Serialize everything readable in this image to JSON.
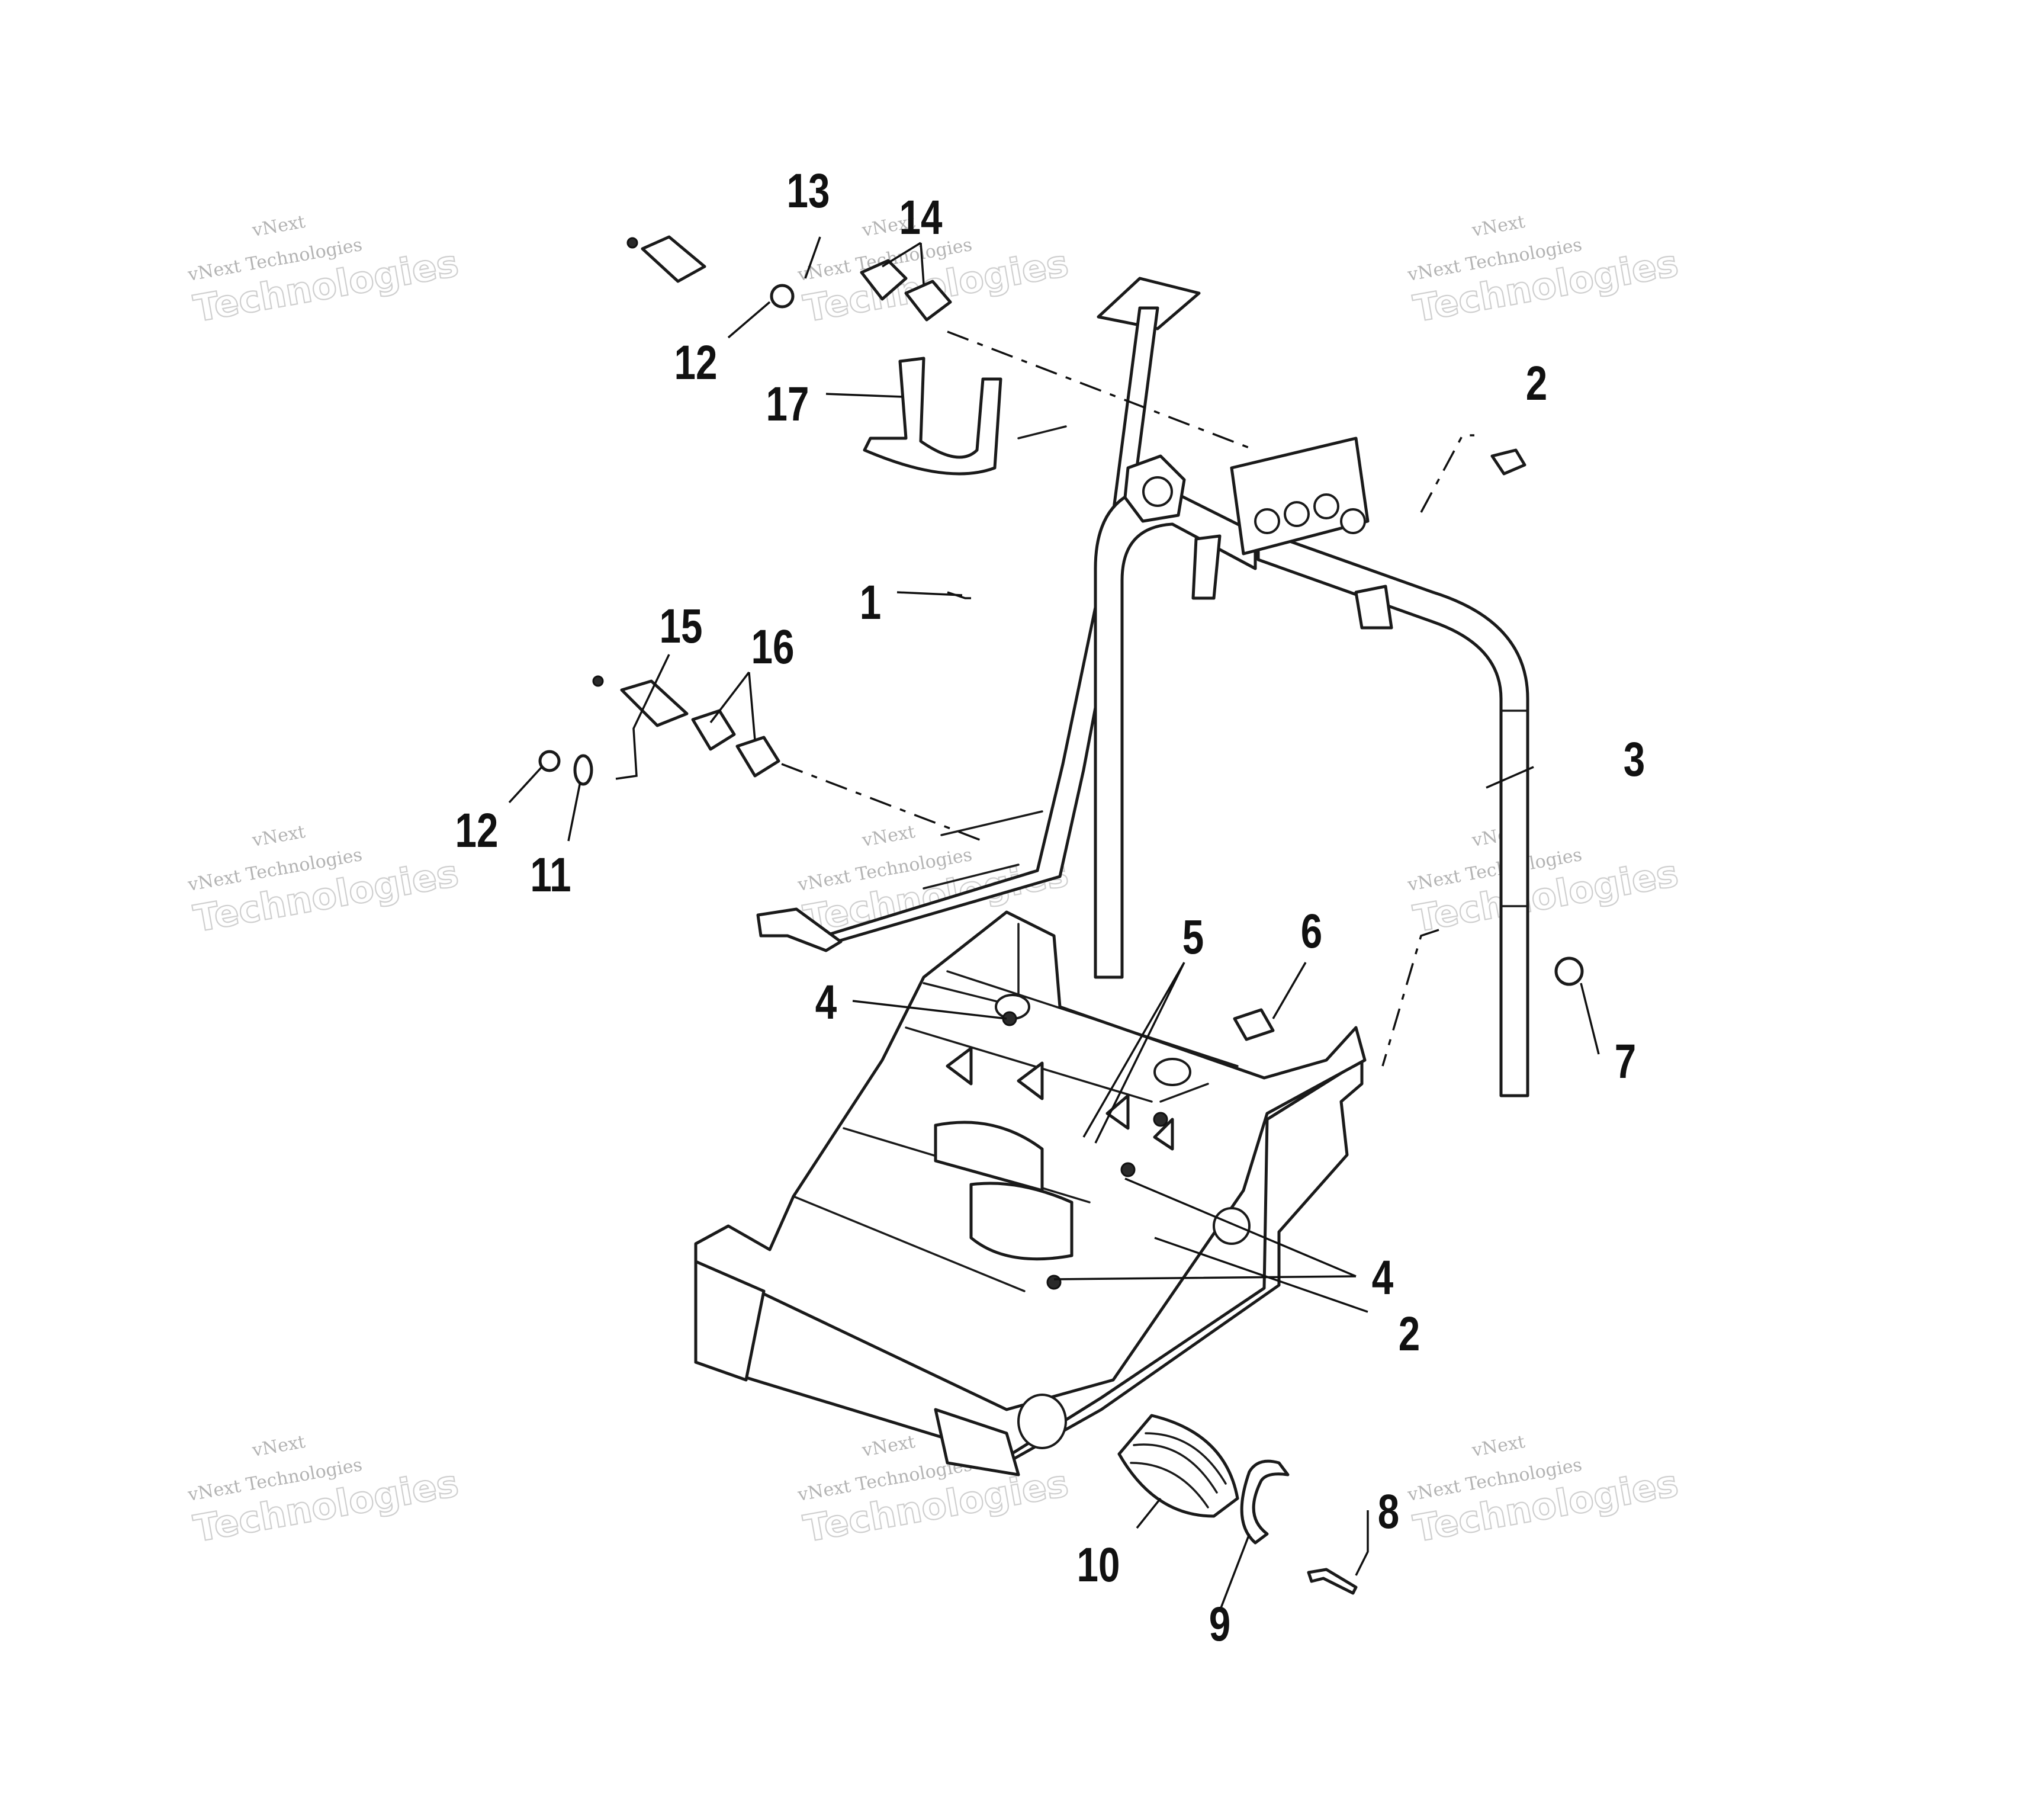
{
  "watermark": {
    "brand_line": "vNext Technologies",
    "top_word": "vNext",
    "big_word": "Technologies"
  },
  "callouts": [
    {
      "id": "c13",
      "label": "13"
    },
    {
      "id": "c14",
      "label": "14"
    },
    {
      "id": "c12a",
      "label": "12"
    },
    {
      "id": "c17",
      "label": "17"
    },
    {
      "id": "c2a",
      "label": "2"
    },
    {
      "id": "c1",
      "label": "1"
    },
    {
      "id": "c15",
      "label": "15"
    },
    {
      "id": "c16",
      "label": "16"
    },
    {
      "id": "c3",
      "label": "3"
    },
    {
      "id": "c12b",
      "label": "12"
    },
    {
      "id": "c11",
      "label": "11"
    },
    {
      "id": "c5",
      "label": "5"
    },
    {
      "id": "c6",
      "label": "6"
    },
    {
      "id": "c4a",
      "label": "4"
    },
    {
      "id": "c7",
      "label": "7"
    },
    {
      "id": "c4b",
      "label": "4"
    },
    {
      "id": "c2b",
      "label": "2"
    },
    {
      "id": "c8",
      "label": "8"
    },
    {
      "id": "c10",
      "label": "10"
    },
    {
      "id": "c9",
      "label": "9"
    }
  ]
}
